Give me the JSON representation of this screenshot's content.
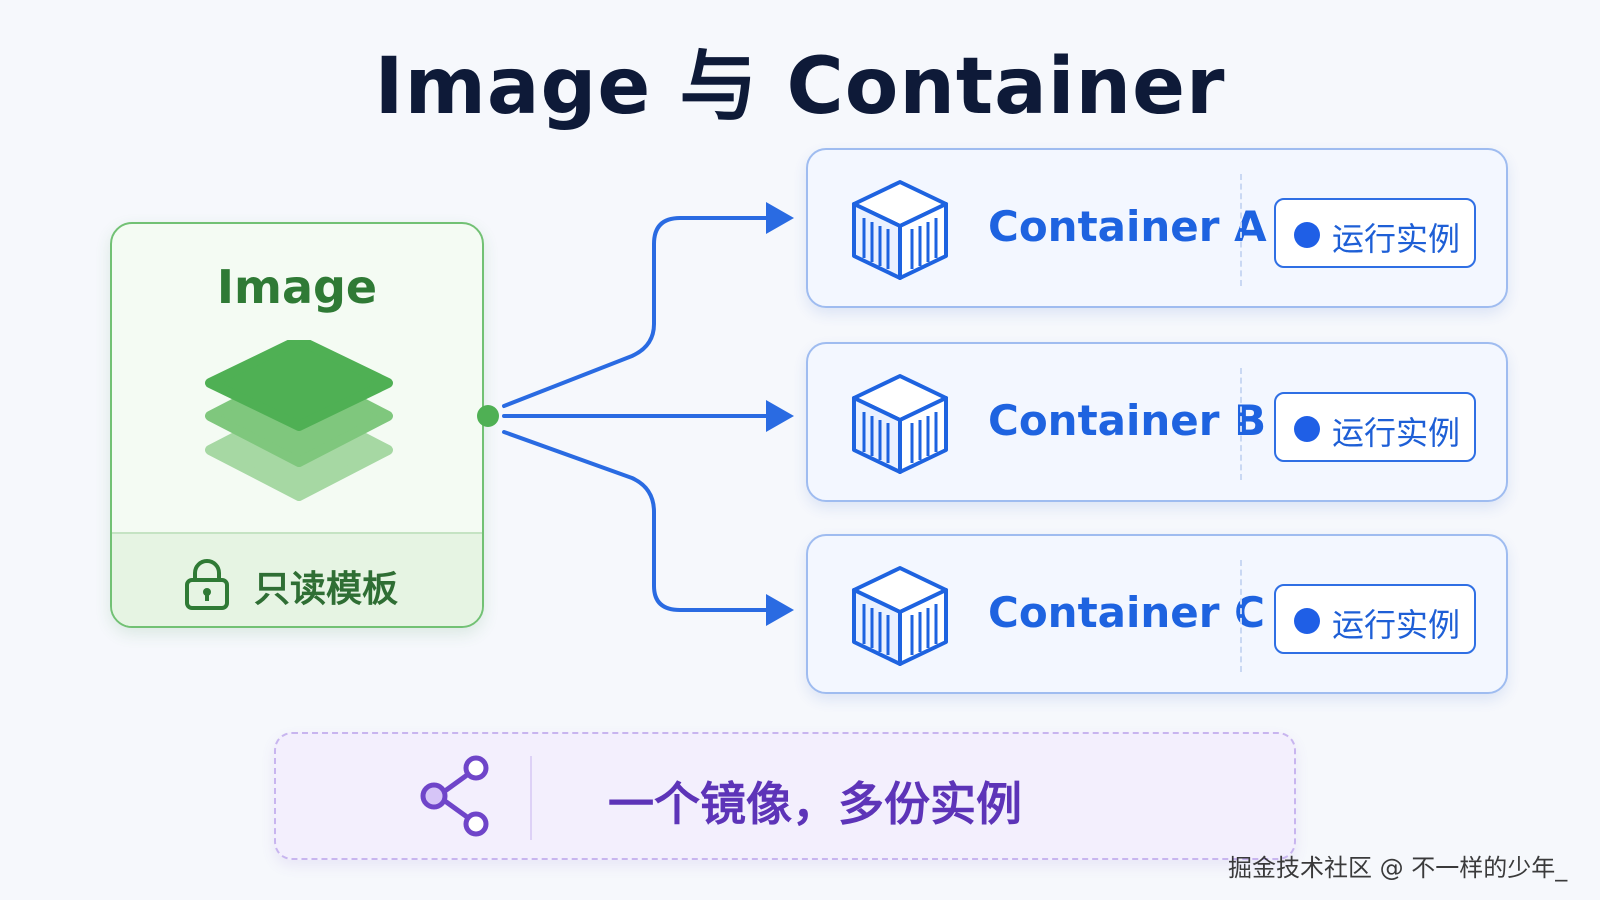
{
  "title": "Image 与 Container",
  "image": {
    "title": "Image",
    "footer_label": "只读模板",
    "colors": {
      "accent": "#4fb054",
      "border": "#72c174",
      "text": "#2f7a35"
    }
  },
  "containers": [
    {
      "name": "Container A",
      "status_label": "运行实例"
    },
    {
      "name": "Container B",
      "status_label": "运行实例"
    },
    {
      "name": "Container C",
      "status_label": "运行实例"
    }
  ],
  "banner": {
    "text": "一个镜像，多份实例",
    "icon": "share-icon"
  },
  "watermark": "掘金技术社区 @ 不一样的少年_",
  "colors": {
    "container_blue": "#1e63e0",
    "banner_purple": "#5d34b8",
    "title": "#0e1a38"
  }
}
